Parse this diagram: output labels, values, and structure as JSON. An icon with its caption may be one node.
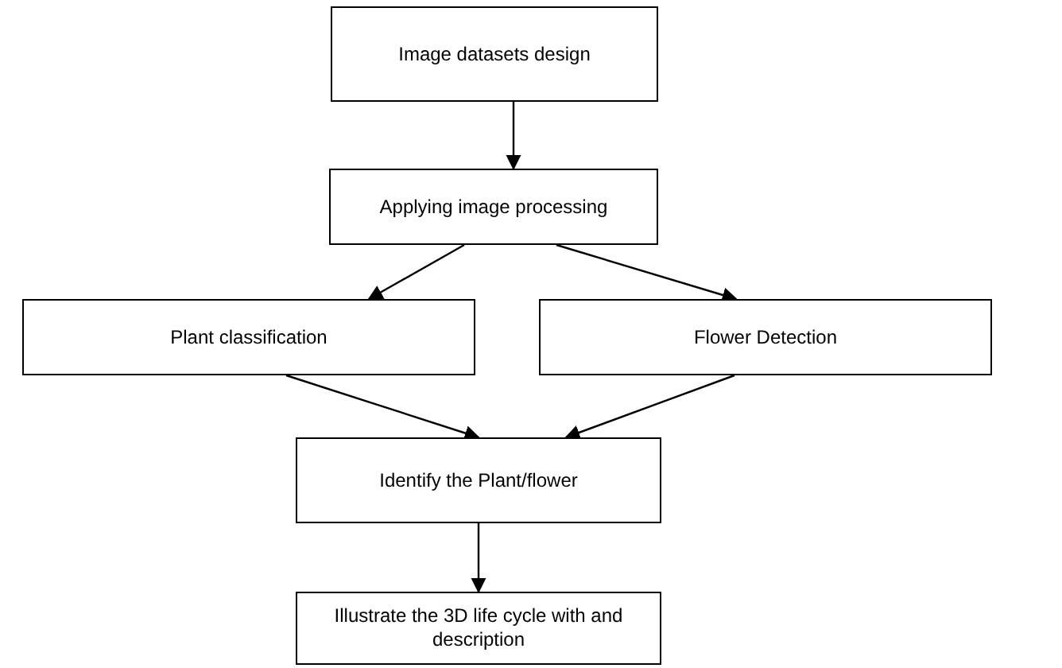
{
  "diagram": {
    "nodes": [
      {
        "text": [
          "Image datasets design"
        ]
      },
      {
        "text": [
          "Applying image processing"
        ]
      },
      {
        "text": [
          "Plant classification"
        ]
      },
      {
        "text": [
          "Flower Detection"
        ]
      },
      {
        "text": [
          "Identify the Plant/flower"
        ]
      },
      {
        "text": [
          "Illustrate the 3D life cycle with and description"
        ]
      }
    ],
    "edges": [
      {
        "from": 0,
        "to": 1,
        "arrow": "to"
      },
      {
        "from": 1,
        "to": 2,
        "arrow": "to"
      },
      {
        "from": 1,
        "to": 3,
        "arrow": "to"
      },
      {
        "from": 2,
        "to": 4,
        "arrow": "to"
      },
      {
        "from": 3,
        "to": 4,
        "arrow": "to"
      },
      {
        "from": 4,
        "to": 5,
        "arrow": "to"
      }
    ]
  }
}
